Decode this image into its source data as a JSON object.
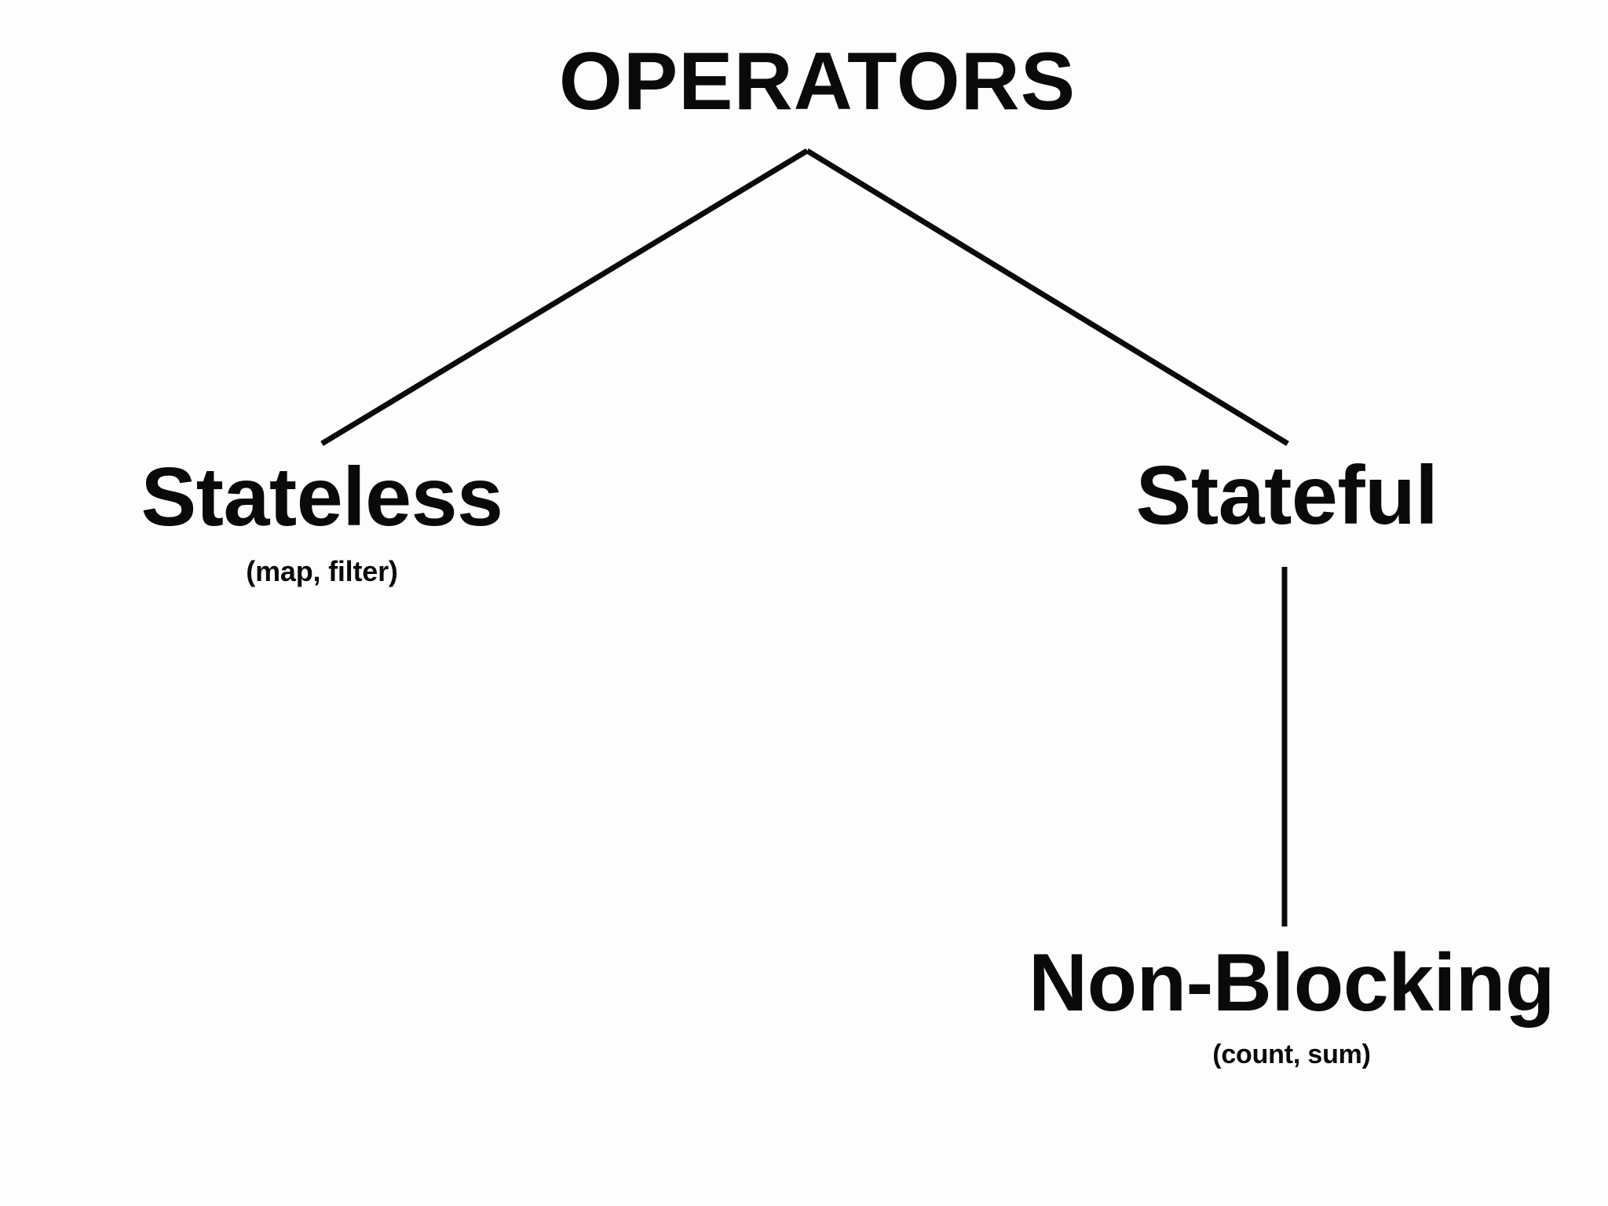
{
  "diagram": {
    "background_color": "#ffffff",
    "line_color": "#0a0a0a",
    "text_color": "#0a0a0a",
    "root": {
      "label": "OPERATORS"
    },
    "nodes": [
      {
        "id": "stateless",
        "label": "Stateless",
        "subtitle": "(map, filter)"
      },
      {
        "id": "stateful",
        "label": "Stateful",
        "subtitle": ""
      },
      {
        "id": "non-blocking",
        "label": "Non-Blocking",
        "subtitle": "(count, sum)"
      }
    ],
    "edges": [
      {
        "from": "OPERATORS",
        "to": "Stateless"
      },
      {
        "from": "OPERATORS",
        "to": "Stateful"
      },
      {
        "from": "Stateful",
        "to": "Non-Blocking"
      }
    ]
  }
}
